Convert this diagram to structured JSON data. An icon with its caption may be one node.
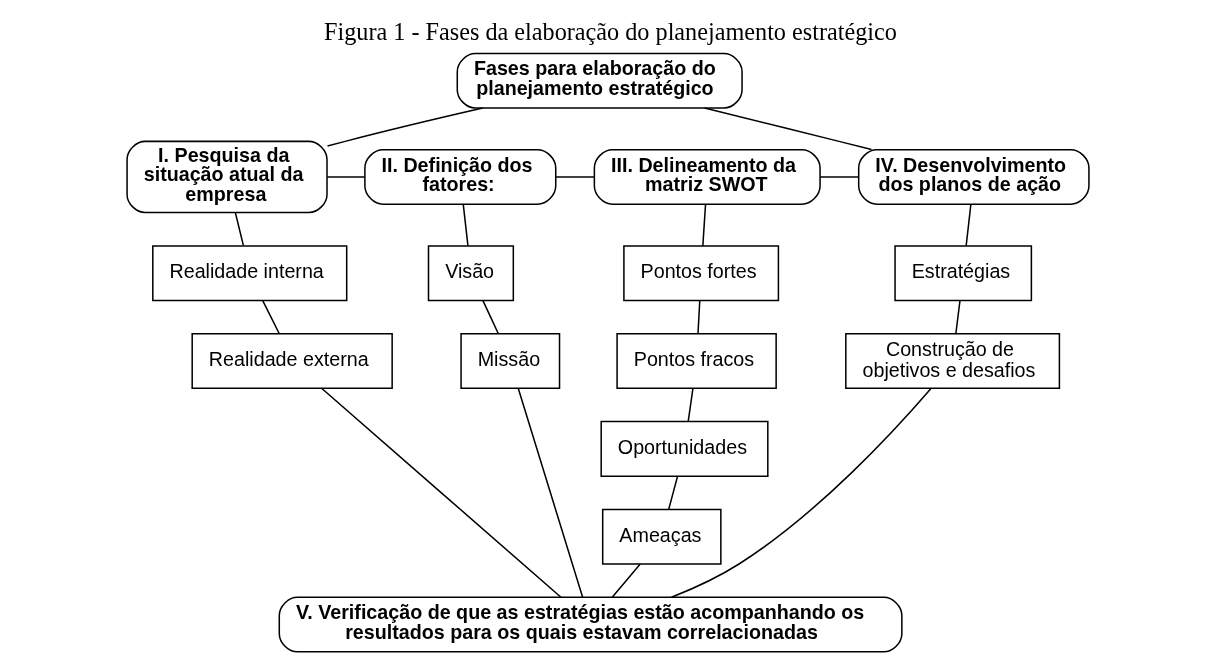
{
  "diagram": {
    "title": "Figura 1 - Fases da elaboração do planejamento estratégico",
    "nodes": [
      {
        "text": [
          "Fases para elaboração do planejamento estratégico"
        ]
      },
      {
        "text": [
          "I. Pesquisa da situação atual da empresa"
        ]
      },
      {
        "text": [
          "II. Definição dos fatores:"
        ]
      },
      {
        "text": [
          "III. Delineamento da matriz SWOT"
        ]
      },
      {
        "text": [
          "IV. Desenvolvimento dos planos de ação"
        ]
      },
      {
        "text": [
          "Realidade interna"
        ]
      },
      {
        "text": [
          "Realidade externa"
        ]
      },
      {
        "text": [
          "Visão"
        ]
      },
      {
        "text": [
          "Missão"
        ]
      },
      {
        "text": [
          "Pontos fortes"
        ]
      },
      {
        "text": [
          "Pontos fracos"
        ]
      },
      {
        "text": [
          "Oportunidades"
        ]
      },
      {
        "text": [
          "Ameaças"
        ]
      },
      {
        "text": [
          "Estratégias"
        ]
      },
      {
        "text": [
          "Construção de objetivos e desafios"
        ]
      },
      {
        "text": [
          "V. Verificação de que as estratégias estão acompanhando os resultados para os quais estavam correlacionadas"
        ]
      }
    ],
    "edges": [
      {
        "from": 0,
        "to": 1,
        "arrow": "none"
      },
      {
        "from": 0,
        "to": 4,
        "arrow": "none"
      },
      {
        "from": 1,
        "to": 2,
        "arrow": "none"
      },
      {
        "from": 2,
        "to": 3,
        "arrow": "none"
      },
      {
        "from": 3,
        "to": 4,
        "arrow": "none"
      },
      {
        "from": 1,
        "to": 5,
        "arrow": "none"
      },
      {
        "from": 5,
        "to": 6,
        "arrow": "none"
      },
      {
        "from": 2,
        "to": 7,
        "arrow": "none"
      },
      {
        "from": 7,
        "to": 8,
        "arrow": "none"
      },
      {
        "from": 3,
        "to": 9,
        "arrow": "none"
      },
      {
        "from": 9,
        "to": 10,
        "arrow": "none"
      },
      {
        "from": 10,
        "to": 11,
        "arrow": "none"
      },
      {
        "from": 11,
        "to": 12,
        "arrow": "none"
      },
      {
        "from": 4,
        "to": 13,
        "arrow": "none"
      },
      {
        "from": 13,
        "to": 14,
        "arrow": "none"
      },
      {
        "from": 6,
        "to": 15,
        "arrow": "none"
      },
      {
        "from": 8,
        "to": 15,
        "arrow": "none"
      },
      {
        "from": 12,
        "to": 15,
        "arrow": "none"
      },
      {
        "from": 14,
        "to": 15,
        "arrow": "none"
      }
    ]
  }
}
